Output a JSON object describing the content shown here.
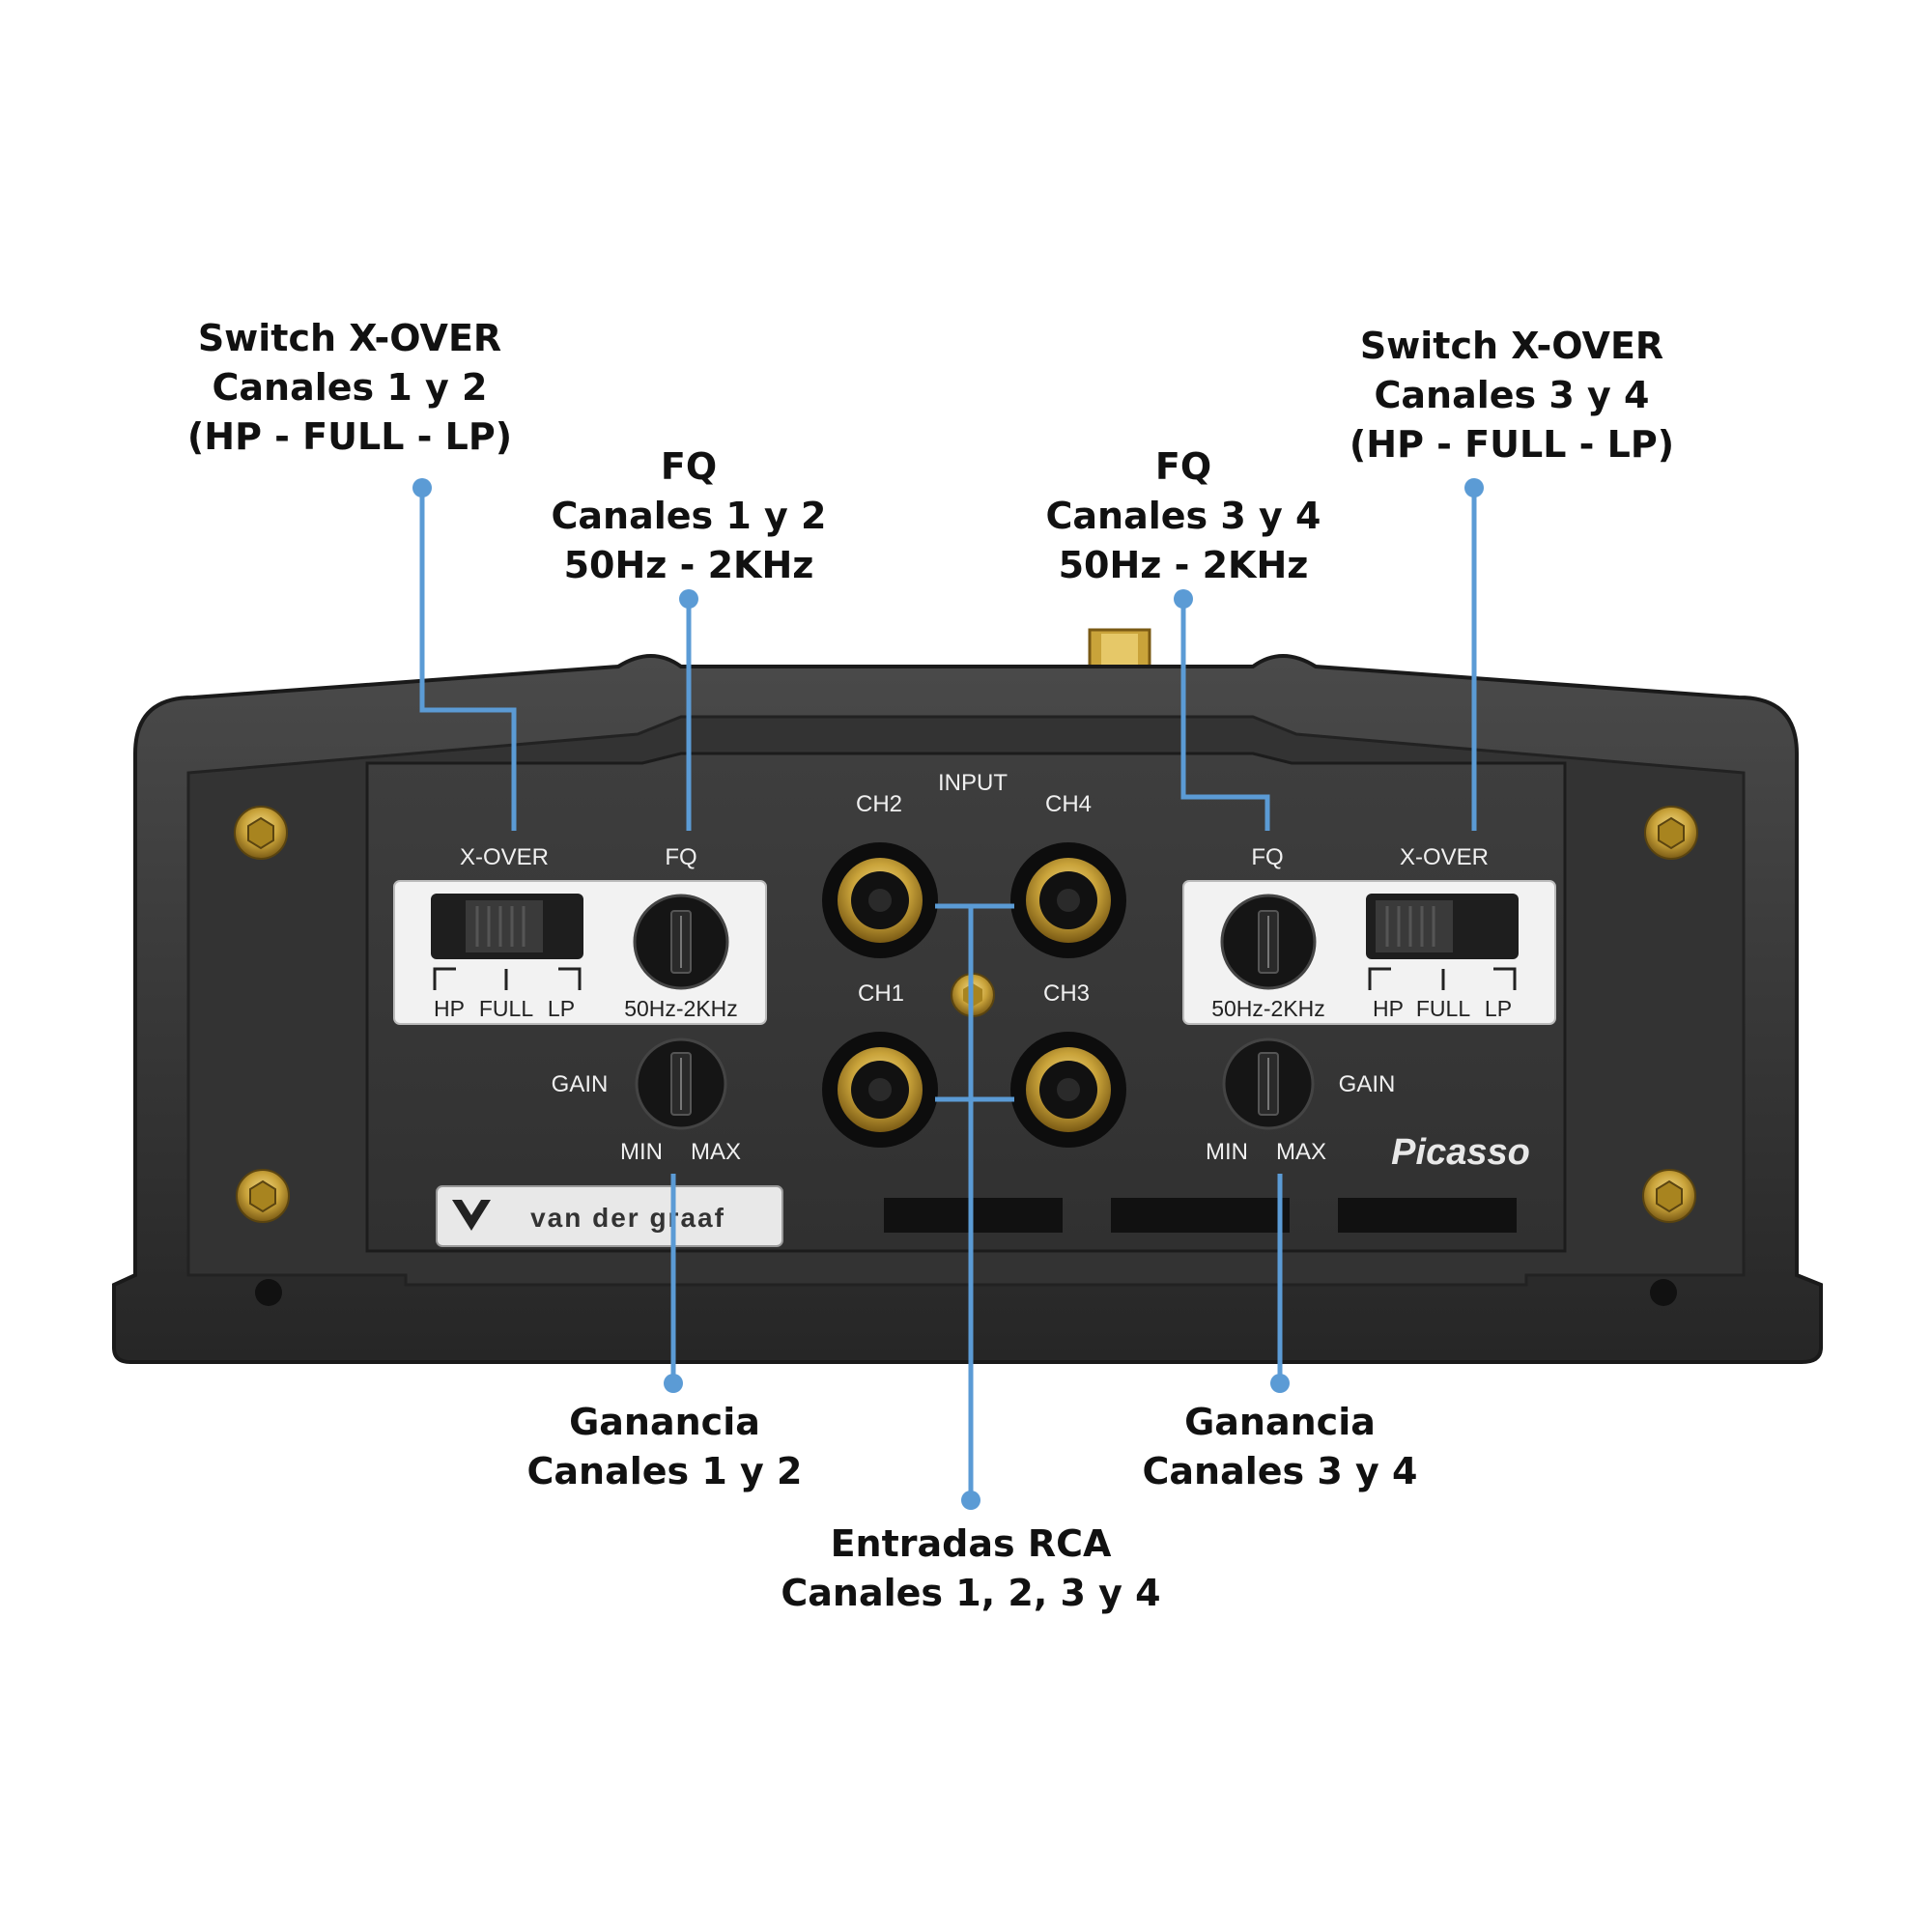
{
  "callouts": {
    "xover_left": {
      "lines": [
        "Switch X-OVER",
        "Canales 1 y 2",
        "(HP - FULL - LP)"
      ]
    },
    "fq_left": {
      "lines": [
        "FQ",
        "Canales 1 y 2",
        "50Hz - 2KHz"
      ]
    },
    "fq_right": {
      "lines": [
        "FQ",
        "Canales 3 y 4",
        "50Hz - 2KHz"
      ]
    },
    "xover_right": {
      "lines": [
        "Switch X-OVER",
        "Canales 3 y 4",
        "(HP - FULL - LP)"
      ]
    },
    "gain_left": {
      "lines": [
        "Ganancia",
        "Canales 1 y 2"
      ]
    },
    "gain_right": {
      "lines": [
        "Ganancia",
        "Canales 3 y 4"
      ]
    },
    "rca": {
      "lines": [
        "Entradas RCA",
        "Canales 1, 2, 3 y 4"
      ]
    }
  },
  "panel": {
    "xover_label": "X-OVER",
    "fq_label": "FQ",
    "input_label": "INPUT",
    "ch1": "CH1",
    "ch2": "CH2",
    "ch3": "CH3",
    "ch4": "CH4",
    "hp": "HP",
    "full": "FULL",
    "lp": "LP",
    "freq_range": "50Hz-2KHz",
    "gain_label": "GAIN",
    "min": "MIN",
    "max": "MAX",
    "model": "Picasso",
    "brand": "van der graaf"
  },
  "colors": {
    "callout_line": "#5b9bd5",
    "body": "#2e2e2e",
    "panel": "#3a3a3a",
    "gold": "#c9a33a"
  }
}
